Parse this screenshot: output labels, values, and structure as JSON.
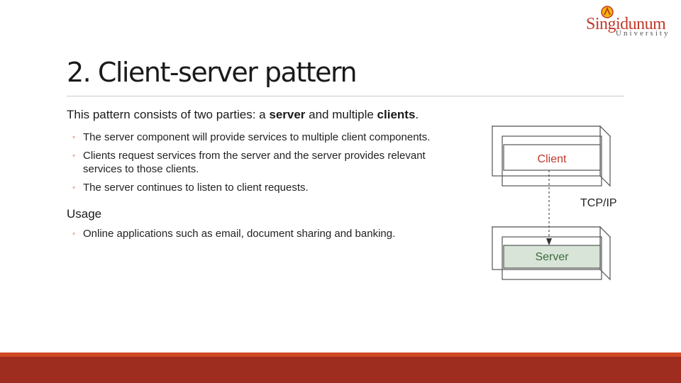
{
  "logo": {
    "name": "Singidunum",
    "subtitle": "University"
  },
  "slide": {
    "title": "2. Client-server pattern",
    "intro": {
      "part1": "This pattern consists of two parties: a ",
      "bold1": "server",
      "part2": " and multiple ",
      "bold2": "clients",
      "part3": "."
    },
    "bullets": [
      "The server component will provide services to multiple client components.",
      "Clients request services from the server and the server provides relevant services to those clients.",
      "The server continues to listen to client requests."
    ],
    "usage_heading": "Usage",
    "usage_bullets": [
      "Online applications such as email, document sharing and banking."
    ],
    "bullet_marker": "◦"
  },
  "diagram": {
    "client_label": "Client",
    "server_label": "Server",
    "link_label": "TCP/IP",
    "client_text_color": "#c0392b",
    "server_text_color": "#3d6b3d",
    "server_box_fill": "#d8e4d8"
  },
  "colors": {
    "accent": "#cf4a25",
    "footer": "#9e2d1f"
  }
}
